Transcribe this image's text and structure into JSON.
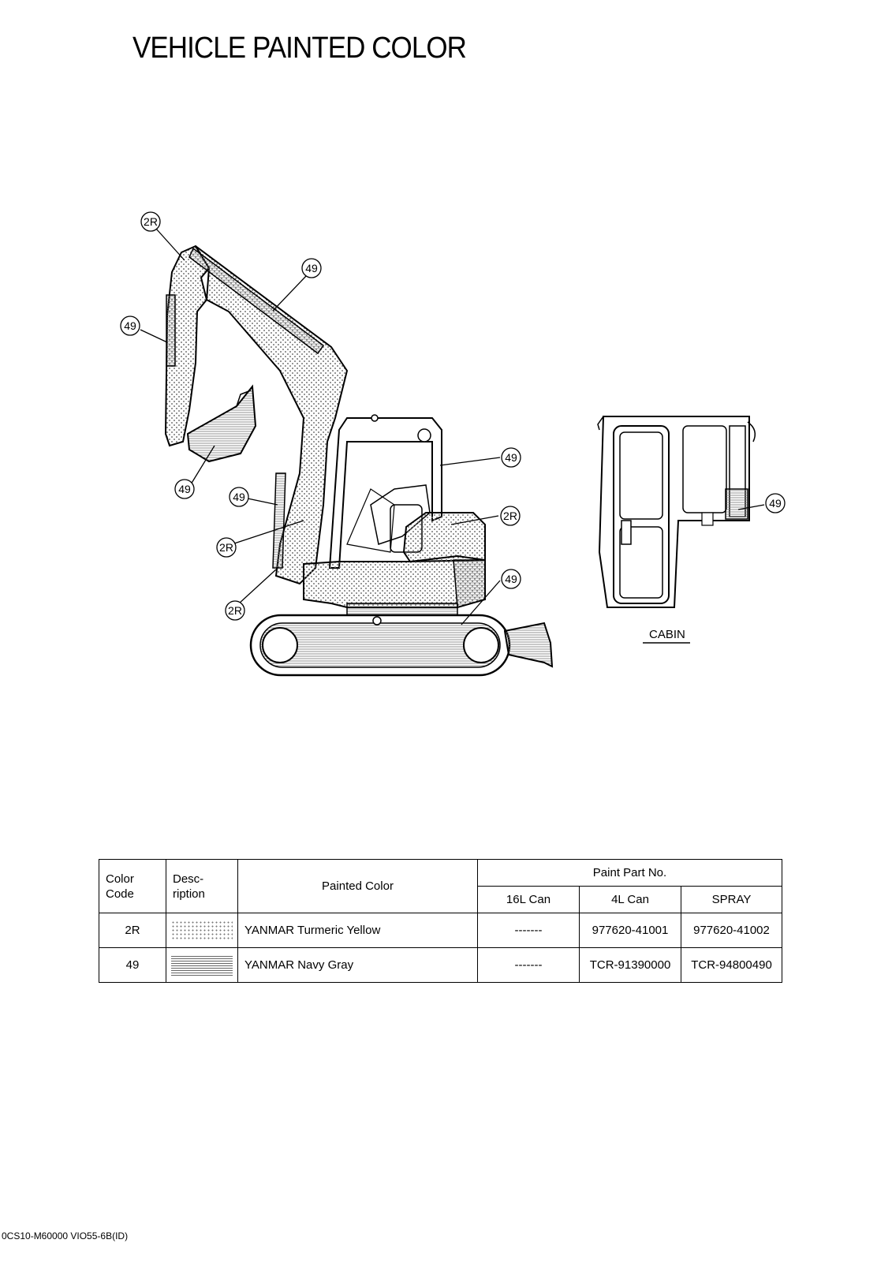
{
  "page": {
    "title": "VEHICLE PAINTED COLOR",
    "footer": "0CS10-M60000 VIO55-6B(ID)"
  },
  "diagram": {
    "cabin_label": "CABIN",
    "callouts": [
      "2R",
      "49",
      "49",
      "49",
      "49",
      "2R",
      "2R",
      "49",
      "2R",
      "49",
      "49"
    ]
  },
  "table": {
    "headers": {
      "color_code": "Color Code",
      "description": "Desc- ription",
      "painted_color": "Painted Color",
      "paint_part_no": "Paint Part No.",
      "can16": "16L Can",
      "can4": "4L Can",
      "spray": "SPRAY"
    },
    "rows": [
      {
        "code": "2R",
        "pattern": "dotted",
        "color": "YANMAR Turmeric Yellow",
        "can16": "-------",
        "can4": "977620-41001",
        "spray": "977620-41002"
      },
      {
        "code": "49",
        "pattern": "hatched",
        "color": "YANMAR Navy Gray",
        "can16": "-------",
        "can4": "TCR-91390000",
        "spray": "TCR-94800490"
      }
    ]
  }
}
